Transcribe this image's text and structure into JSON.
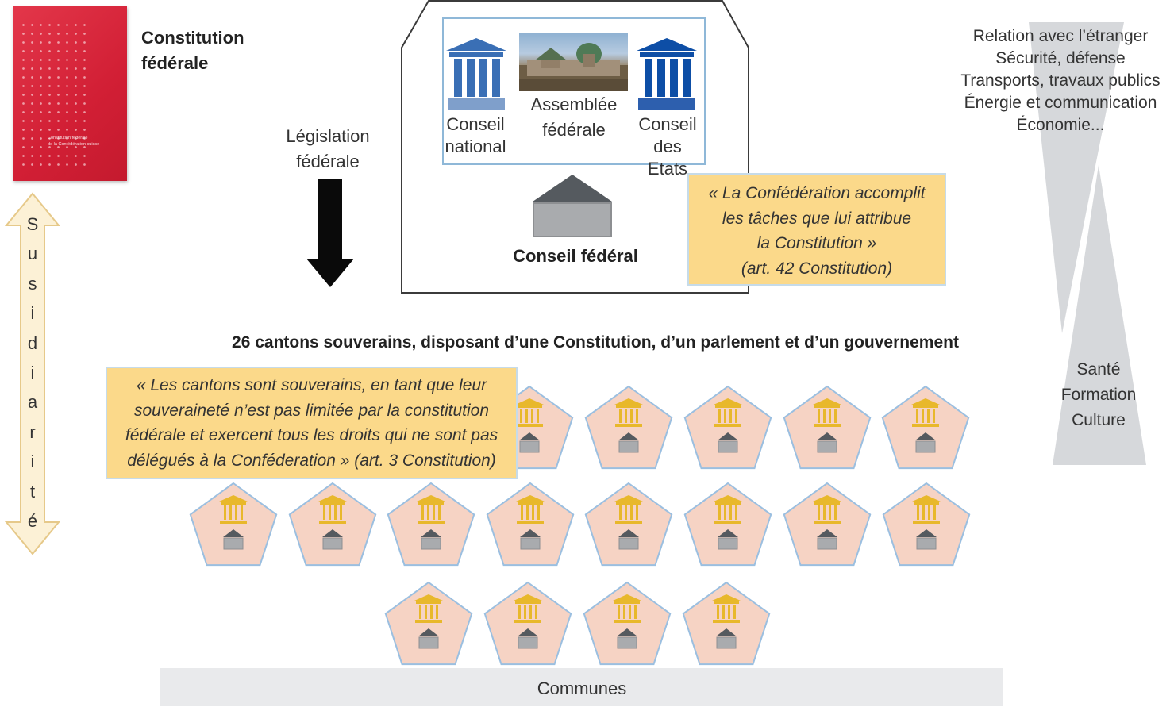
{
  "constitution": {
    "title_line1": "Constitution",
    "title_line2": "fédérale",
    "cover_line1": "Constitution fédérale",
    "cover_line2": "de la Confédération suisse"
  },
  "subsidiarite": [
    "S",
    "u",
    "s",
    "i",
    "d",
    "i",
    "a",
    "r",
    "i",
    "t",
    "é"
  ],
  "legislation": {
    "line1": "Législation",
    "line2": "fédérale"
  },
  "federal": {
    "conseil_national": [
      "Conseil",
      "national"
    ],
    "assemblee": [
      "Assemblée",
      "fédérale"
    ],
    "conseil_etats": [
      "Conseil",
      "des Etats"
    ],
    "conseil_federal": "Conseil fédéral",
    "quote": [
      "« La Confédération accomplit",
      "les tâches que lui attribue",
      "la Constitution »",
      "(art. 42 Constitution)"
    ]
  },
  "cantons": {
    "heading": "26 cantons souverains, disposant d’une Constitution, d’un parlement et d’un gouvernement",
    "quote": [
      "« Les cantons sont souverains, en tant que leur",
      "souveraineté n’est pas limitée par la constitution",
      "fédérale et exercent tous les droits qui ne sont pas",
      "délégués à la Conféderation » (art. 3 Constitution)"
    ]
  },
  "competences": {
    "federal": [
      "Relation avec l’étranger",
      "Sécurité, défense",
      "Transports, travaux publics",
      "Énergie et communication",
      "Économie..."
    ],
    "cantonal": [
      "Santé",
      "Formation",
      "Culture"
    ]
  },
  "communes": "Communes",
  "colors": {
    "book_red": "#d21f35",
    "quote_yellow": "#fbd98a",
    "conseil_national_blue": "#3a6fb5",
    "conseil_etats_blue": "#0d4ea6",
    "canton_fill": "#f6d3c4",
    "canton_border": "#9bbfe0",
    "temple_gold": "#e8b82b",
    "funnel_grey": "#d4d6d9"
  }
}
